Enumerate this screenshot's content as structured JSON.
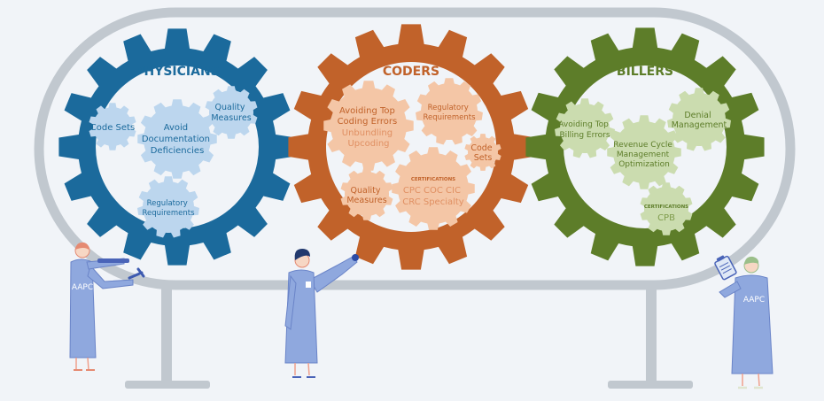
{
  "colors": {
    "background": "#f1f4f8",
    "frame": "#c1c8cf",
    "physicians_gear": "#1b6a9c",
    "physicians_inner": "#bcd6ee",
    "coders_gear": "#c1622a",
    "coders_inner": "#f4c6a6",
    "billers_gear": "#5d7d29",
    "billers_inner": "#cbdcaf",
    "coat": "#8fa8de",
    "coat_dark": "#4a64b8"
  },
  "physicians": {
    "title": "PHYSICIANS",
    "code_sets": "Code Sets",
    "avoid_line1": "Avoid",
    "avoid_line2": "Documentation",
    "avoid_line3": "Deficiencies",
    "quality_line1": "Quality",
    "quality_line2": "Measures",
    "regulatory_line1": "Regulatory",
    "regulatory_line2": "Requirements"
  },
  "coders": {
    "title": "CODERS",
    "avoiding_line1": "Avoiding Top",
    "avoiding_line2": "Coding Errors",
    "avoiding_line3": "Unbundling",
    "avoiding_line4": "Upcoding",
    "regulatory_line1": "Regulatory",
    "regulatory_line2": "Requirements",
    "code_sets_line1": "Code",
    "code_sets_line2": "Sets",
    "quality_line1": "Quality",
    "quality_line2": "Measures",
    "certifications_label": "CERTIFICATIONS",
    "cert_line1": "CPC  COC  CIC",
    "cert_line2": "CRC  Specialty"
  },
  "billers": {
    "title": "BILLERS",
    "avoiding_line1": "Avoiding Top",
    "avoiding_line2": "Billing Errors",
    "denial_line1": "Denial",
    "denial_line2": "Management",
    "revenue_line1": "Revenue Cycle",
    "revenue_line2": "Management",
    "revenue_line3": "Optimization",
    "certifications_label": "CERTIFICATIONS",
    "cert_line1": "CPB"
  },
  "figures": {
    "left_badge": "AAPC",
    "right_badge": "AAPC"
  }
}
